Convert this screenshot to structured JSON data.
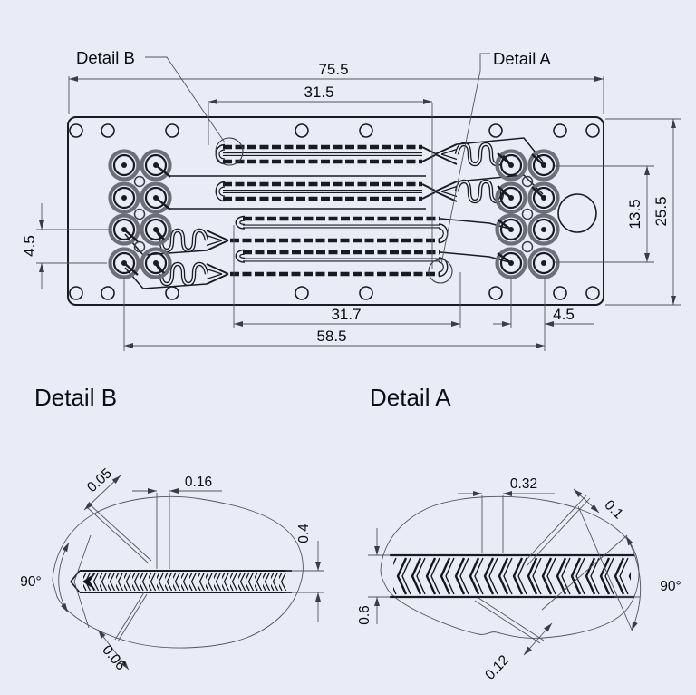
{
  "drawing": {
    "type": "microfluidic chip engineering drawing",
    "main_view": {
      "callout_detail_b": "Detail B",
      "callout_detail_a": "Detail A",
      "dim_overall_width": "75.5",
      "dim_top_channel_length": "31.5",
      "dim_bottom_channel_length": "31.7",
      "dim_port_span_width": "58.5",
      "dim_right_port_gap": "4.5",
      "dim_left_port_gap": "4.5",
      "dim_port_rows_span": "13.5",
      "dim_overall_height": "25.5"
    },
    "detail_b_view": {
      "title": "Detail B",
      "dim_groove_width": "0.05",
      "dim_groove_pitch": "0.16",
      "dim_channel_width": "0.4",
      "dim_angle": "90°",
      "dim_groove_depth": "0.06"
    },
    "detail_a_view": {
      "title": "Detail A",
      "dim_groove_pitch": "0.32",
      "dim_groove_width": "0.1",
      "dim_channel_width": "0.6",
      "dim_groove_gap": "0.12",
      "dim_angle": "90°"
    },
    "colors": {
      "background": "#e9ecf7",
      "part_line": "#1a1a22",
      "dim_line": "#53535e"
    }
  }
}
